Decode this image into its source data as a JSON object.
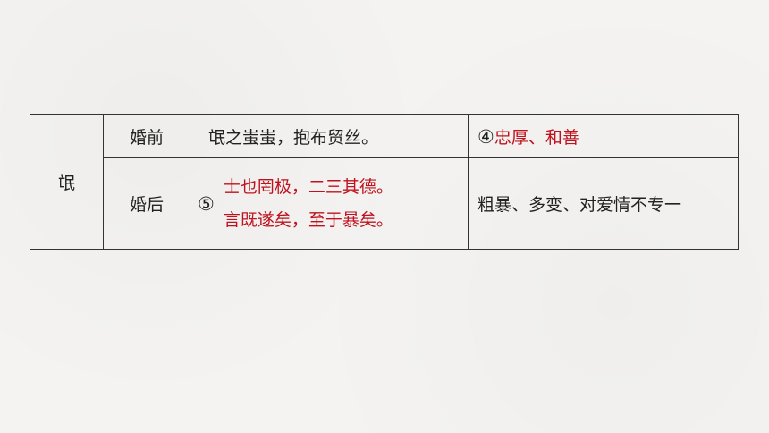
{
  "table": {
    "name": "氓",
    "rows": [
      {
        "stage": "婚前",
        "quote": "氓之蚩蚩，抱布贸丝。",
        "trait_number": "④",
        "trait": "忠厚、和善"
      },
      {
        "stage": "婚后",
        "quote_number": "⑤",
        "quote_lines": [
          "士也罔极，二三其德。",
          "言既遂矣，至于暴矣。"
        ],
        "trait": "粗暴、多变、对爱情不专一"
      }
    ]
  },
  "colors": {
    "answer_red": "#c0121e",
    "text": "#222222",
    "background": "#f4f3f1"
  }
}
